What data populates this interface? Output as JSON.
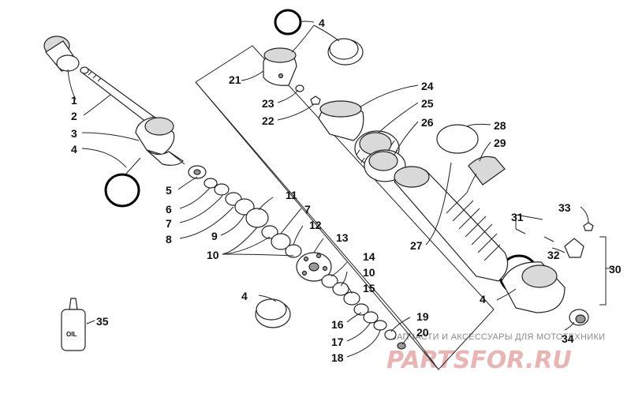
{
  "callouts": {
    "c1": "1",
    "c2": "2",
    "c3": "3",
    "c4a": "4",
    "c4b": "4",
    "c4c": "4",
    "c4d": "4",
    "c5": "5",
    "c6": "6",
    "c7a": "7",
    "c7b": "7",
    "c8": "8",
    "c9": "9",
    "c10a": "10",
    "c10b": "10",
    "c11": "11",
    "c12": "12",
    "c13": "13",
    "c14": "14",
    "c15": "15",
    "c16": "16",
    "c17": "17",
    "c18": "18",
    "c19": "19",
    "c20": "20",
    "c21": "21",
    "c22": "22",
    "c23": "23",
    "c24": "24",
    "c25": "25",
    "c26": "26",
    "c27": "27",
    "c28": "28",
    "c29": "29",
    "c30": "30",
    "c31": "31",
    "c32": "32",
    "c33": "33",
    "c34": "34",
    "c35": "35"
  },
  "oil_label": "OIL",
  "watermark": {
    "caption": "ЗАПЧАСТИ И АКСЕССУАРЫ ДЛЯ МОТОТЕХНИКИ",
    "logo": "PARTSFOR.RU"
  }
}
